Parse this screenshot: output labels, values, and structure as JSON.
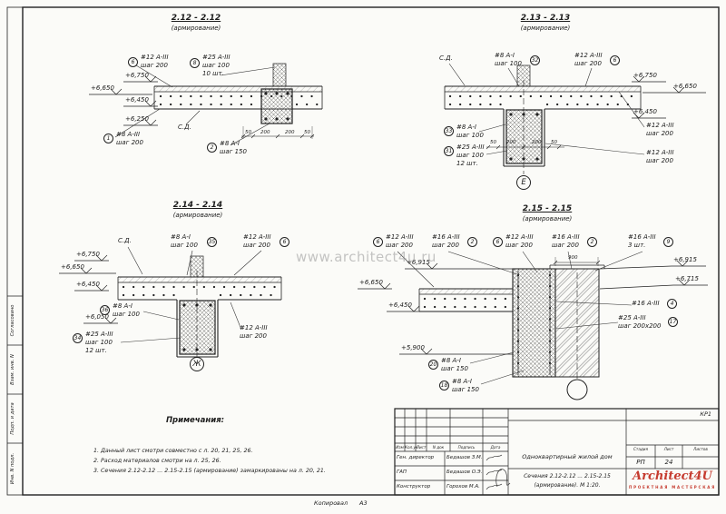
{
  "sheet": {
    "watermark": "www.architect4u.ru",
    "footer_copy": "Копировал",
    "footer_format": "А3"
  },
  "side_labels": {
    "approved": "Согласовано",
    "replace": "Взам. инв. N",
    "sign_date": "Подп. и дата",
    "inventory": "Инв. N подл."
  },
  "sections": {
    "s212": {
      "title": "2.12 - 2.12",
      "subtitle": "(армирование)",
      "sd": "С.Д.",
      "elev": [
        "+6,750",
        "+6,650",
        "+6,450",
        "+6,250"
      ],
      "ann": {
        "a6": {
          "num": "6",
          "l1": "#12 А-III",
          "l2": "шаг 200"
        },
        "a8": {
          "num": "8",
          "l1": "#25 А-III",
          "l2": "шаг 100",
          "l3": "10 шт."
        },
        "a1": {
          "num": "1",
          "l1": "#8 А-III",
          "l2": "шаг 200"
        },
        "a2": {
          "num": "2",
          "l1": "#8 А-I",
          "l2": "шаг 150"
        }
      },
      "dims": [
        "50",
        "200",
        "200",
        "50"
      ]
    },
    "s213": {
      "title": "2.13 - 2.13",
      "subtitle": "(армирование)",
      "sd": "С.Д.",
      "axis": "Е",
      "elev": [
        "+6,750",
        "+6,650",
        "+6,450"
      ],
      "ann": {
        "a32": {
          "num": "32",
          "l1": "#8 А-I",
          "l2": "шаг 100"
        },
        "a6": {
          "num": "6",
          "l1": "#12 А-III",
          "l2": "шаг 200"
        },
        "a33": {
          "num": "33",
          "l1": "#8 А-I",
          "l2": "шаг 100"
        },
        "a31": {
          "num": "31",
          "l1": "#25 А-III",
          "l2": "шаг 100",
          "l3": "12 шт."
        },
        "ar1": {
          "l1": "#12 А-III",
          "l2": "шаг 200"
        },
        "ar2": {
          "l1": "#12 А-III",
          "l2": "шаг 200"
        }
      },
      "dims": [
        "50",
        "200",
        "200",
        "50"
      ]
    },
    "s214": {
      "title": "2.14 - 2.14",
      "subtitle": "(армирование)",
      "sd": "С.Д.",
      "axis": "Ж",
      "elev": [
        "+6,750",
        "+6,650",
        "+6,450",
        "+6,050"
      ],
      "ann": {
        "a35": {
          "num": "35",
          "l1": "#8 А-I",
          "l2": "шаг 100"
        },
        "a6": {
          "num": "6",
          "l1": "#12 А-III",
          "l2": "шаг 200"
        },
        "a36": {
          "num": "36",
          "l1": "#8 А-I",
          "l2": "шаг 100"
        },
        "a34": {
          "num": "34",
          "l1": "#25 А-III",
          "l2": "шаг 100",
          "l3": "12 шт."
        },
        "ar1": {
          "l1": "#12 А-III",
          "l2": "шаг 200"
        }
      }
    },
    "s215": {
      "title": "2.15 - 2.15",
      "subtitle": "(армирование)",
      "elev": [
        "+6,915",
        "+6,650",
        "+6,450",
        "+5,900",
        "+6,915",
        "+6,715"
      ],
      "ann": {
        "t1": {
          "num": "6",
          "l1": "#12 А-III",
          "l2": "шаг 200"
        },
        "t2": {
          "num": "2",
          "l1": "#16 А-III",
          "l2": "шаг 200"
        },
        "t3": {
          "num": "6",
          "l1": "#12 А-III",
          "l2": "шаг 200"
        },
        "t4": {
          "num": "2",
          "l1": "#16 А-III",
          "l2": "шаг 200"
        },
        "t5": {
          "num": "9",
          "l1": "#16 А-III",
          "l2": "3 шт."
        },
        "r4": {
          "num": "4",
          "l1": "#16 А-III"
        },
        "r17": {
          "num": "17",
          "l1": "#25 А-III",
          "l2": "шаг 200х200"
        },
        "b20": {
          "num": "20",
          "l1": "#8 А-I",
          "l2": "шаг 150"
        },
        "b18": {
          "num": "18",
          "l1": "#8 А-I",
          "l2": "шаг 150"
        }
      },
      "dims": [
        "900"
      ]
    }
  },
  "notes": {
    "title": "Примечания:",
    "items": [
      "1. Данный лист смотри совместно с л. 20, 21, 25, 26.",
      "2. Расход материалов смотри на л. 25, 26.",
      "3. Сечения 2.12-2.12 ... 2.15-2.15 (армирование) замаркированы на л. 20, 21."
    ]
  },
  "title_block": {
    "doc_code": "КР1",
    "columns": [
      "Изм",
      "Кол.уч",
      "Лист",
      "N док",
      "Подпись",
      "Дата"
    ],
    "signers": [
      {
        "role": "Ген. директор",
        "name": "Бедашов З.М."
      },
      {
        "role": "ГАП",
        "name": "Бедашов О.Э."
      },
      {
        "role": "Конструктор",
        "name": "Горохов М.А."
      }
    ],
    "project": "Одноквартирный жилой дом",
    "stage_label": "Стадия",
    "sheet_label": "Лист",
    "sheets_label": "Листов",
    "stage": "РП",
    "sheet_no": "24",
    "subject_line1": "Сечения 2.12-2.12 ... 2.15-2.15",
    "subject_line2": "(армирование). М 1:20.",
    "logo_text": "Architect4U",
    "logo_subtext": "ПРОЕКТНАЯ МАСТЕРСКАЯ",
    "colors": {
      "logo_red": "#c63c30"
    }
  }
}
